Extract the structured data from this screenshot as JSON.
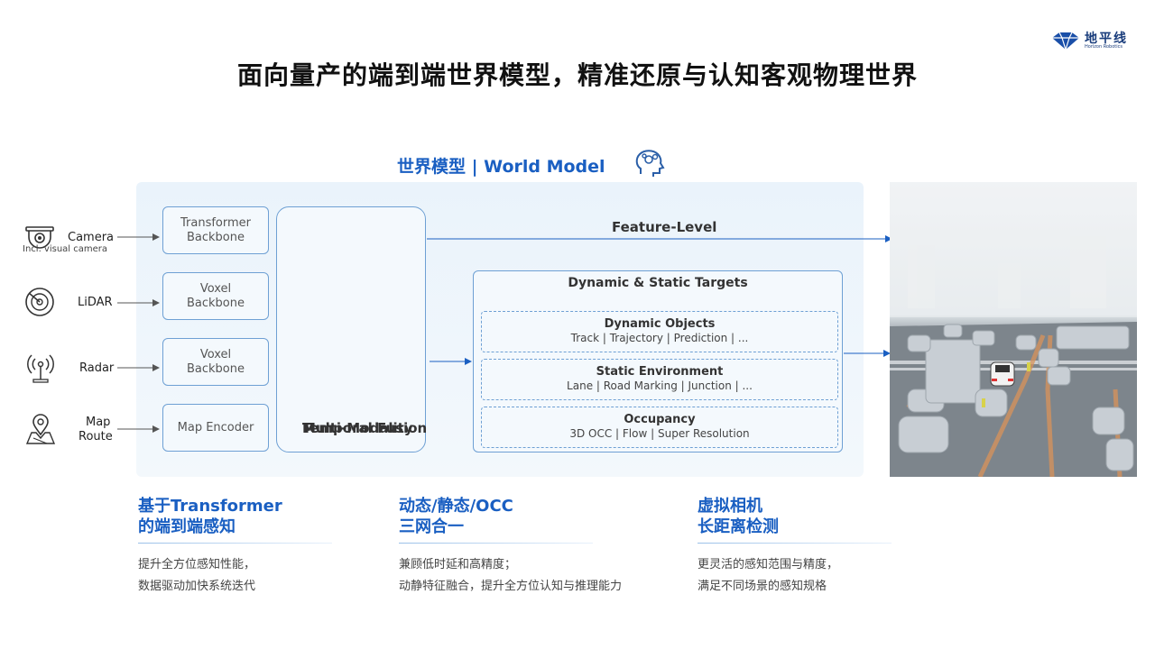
{
  "logo": {
    "cn": "地平线",
    "en": "Horizon Robotics"
  },
  "title": "面向量产的端到端世界模型，精准还原与认知客观物理世界",
  "world_model": {
    "title": "世界模型 | World Model"
  },
  "inputs": [
    {
      "label": "Camera",
      "sublabel": "Incl. visual camera"
    },
    {
      "label": "LiDAR"
    },
    {
      "label": "Radar"
    },
    {
      "label1": "Map",
      "label2": "Route"
    }
  ],
  "backbones": [
    {
      "line1": "Transformer",
      "line2": "Backbone"
    },
    {
      "line1": "Voxel",
      "line2": "Backbone"
    },
    {
      "line1": "Voxel",
      "line2": "Backbone"
    },
    {
      "line1": "Map Encoder"
    }
  ],
  "fusion": {
    "line1": "Multi-Modality",
    "line2": "Temporal Fusion"
  },
  "feature_level": "Feature-Level",
  "targets": {
    "title": "Dynamic & Static Targets",
    "items": [
      {
        "title": "Dynamic Objects",
        "desc": "Track | Trajectory | Prediction | ..."
      },
      {
        "title": "Static Environment",
        "desc": "Lane | Road Marking | Junction | ..."
      },
      {
        "title": "Occupancy",
        "desc": "3D OCC | Flow | Super Resolution"
      }
    ]
  },
  "columns": [
    {
      "title1": "基于Transformer",
      "title2": "的端到端感知",
      "desc1": "提升全方位感知性能，",
      "desc2": "数据驱动加快系统迭代"
    },
    {
      "title1": "动态/静态/OCC",
      "title2": "三网合一",
      "desc1": "兼顾低时延和高精度；",
      "desc2": "动静特征融合，提升全方位认知与推理能力"
    },
    {
      "title1": "虚拟相机",
      "title2": "长距离检测",
      "desc1": "更灵活的感知范围与精度，",
      "desc2": "满足不同场景的感知规格"
    }
  ],
  "colors": {
    "accent": "#1a5fc2",
    "border": "#6ea0d4",
    "panel": "#eaf3fb"
  }
}
